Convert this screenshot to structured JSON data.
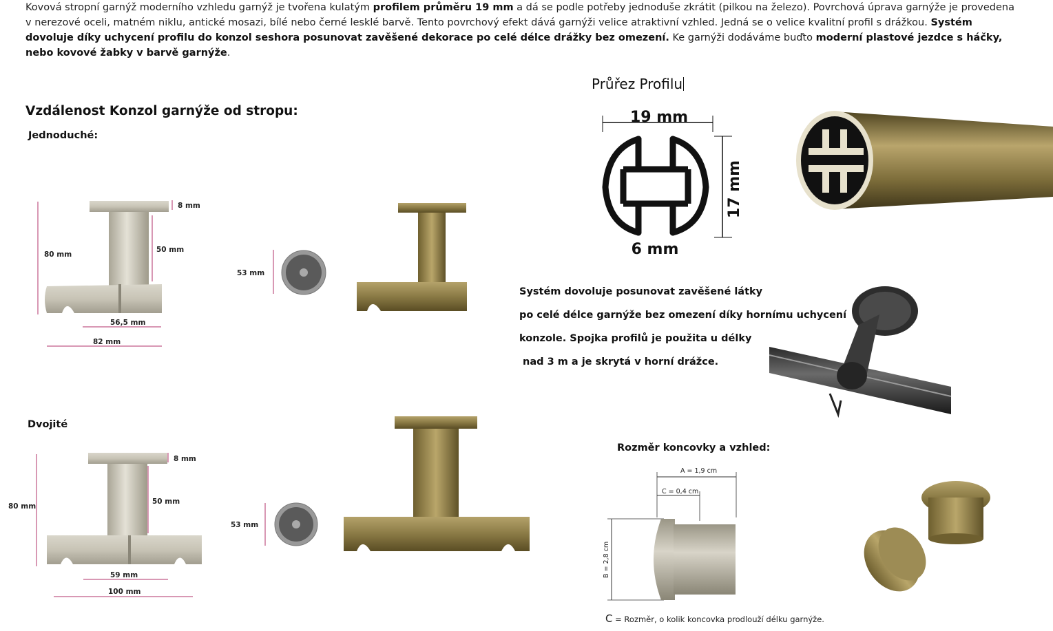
{
  "intro": {
    "p1": "Kovová stropní garnýž moderního vzhledu garnýž je tvořena kulatým ",
    "b1": "profilem průměru 19 mm",
    "p2": " a dá se podle potřeby jednoduše zkrátit (pilkou na železo). Povrchová úprava garnýže je provedena v nerezové oceli, matném niklu, antické mosazi, bílé nebo černé lesklé barvě. Tento povrchový efekt dává garnýži velice atraktivní vzhled. Jedná se o velice kvalitní profil s drážkou. ",
    "b2": "Systém dovoluje díky uchycení profilu do konzol seshora posunovat zavěšené dekorace po celé délce drážky bez omezení.",
    "p3": " Ke garnýži dodáváme buďto ",
    "b3": "moderní plastové jezdce s háčky, nebo kovové žabky v barvě garnýže",
    "p4": "."
  },
  "left": {
    "heading": "Vzdálenost Konzol garnýže od stropu:",
    "single_label": "Jednoduché:",
    "double_label": "Dvojité",
    "single_dims": {
      "d8": "8 mm",
      "d80": "80 mm",
      "d50": "50 mm",
      "d565": "56,5 mm",
      "d82": "82 mm",
      "d53": "53 mm"
    },
    "double_dims": {
      "d8": "8 mm",
      "d80": "80 mm",
      "d50": "50 mm",
      "d59": "59 mm",
      "d100": "100 mm",
      "d53": "53 mm"
    }
  },
  "profile": {
    "heading": "Průřez Profilu",
    "w": "19 mm",
    "h": "17 mm",
    "gap": "6 mm"
  },
  "system": {
    "l1": "Systém dovoluje posunovat zavěšené látky",
    "l2": "po celé délce garnýže bez omezení díky hornímu uchycení",
    "l3": "konzole. Spojka profilů je použita u délky",
    "l4": " nad 3 m a je skrytá v horní drážce."
  },
  "endcap": {
    "heading": "Rozměr koncovky a vzhled:",
    "a": "A = 1,9 cm",
    "c": "C = 0,4 cm",
    "b": "B = 2,8 cm",
    "note_c": "C",
    "note": " = Rozměr, o kolik koncovka prodlouží délku garnýže."
  },
  "colors": {
    "brass": "#8a7a45",
    "nickel": "#cfcbbf",
    "dim_line": "#b0306a",
    "black": "#111111"
  }
}
